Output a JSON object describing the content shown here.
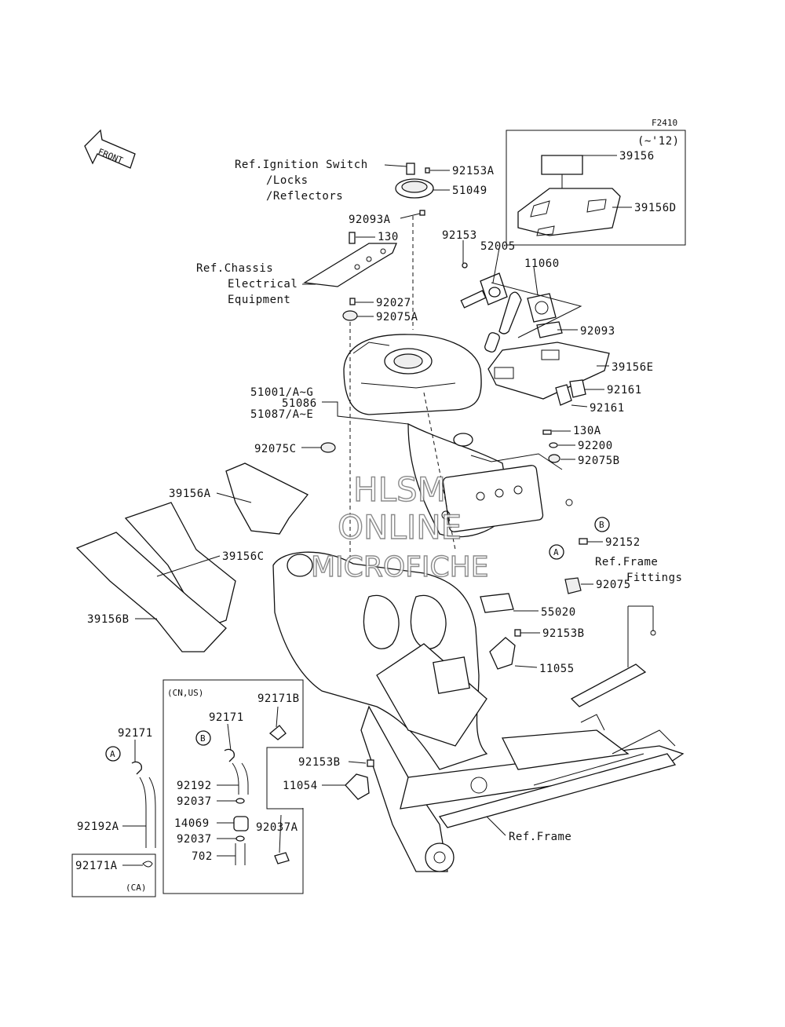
{
  "diagram_code": "F2410",
  "front_arrow": "FRONT",
  "year_note": "(~'12)",
  "region_note": "(CN,US)",
  "ca_note": "(CA)",
  "watermark": [
    "HLSM",
    "ONLINE",
    "MICROFICHE"
  ],
  "markers": [
    "A",
    "B"
  ],
  "labels": [
    "Ref.Ignition Switch",
    "/Locks",
    "/Reflectors",
    "92153A",
    "51049",
    "92093A",
    "130",
    "Ref.Chassis",
    "Electrical",
    "Equipment",
    "92027",
    "92075A",
    "92153",
    "52005",
    "11060",
    "39156",
    "39156D",
    "92093",
    "39156E",
    "92161",
    "92161",
    "51001/A~G",
    "51086",
    "51087/A~E",
    "92075C",
    "130A",
    "92200",
    "92075B",
    "39156A",
    "39156C",
    "39156B",
    "92152",
    "Ref.Frame",
    "Fittings",
    "92075",
    "55020",
    "92153B",
    "11055",
    "92171",
    "92171B",
    "92171",
    "92192",
    "92037",
    "14069",
    "92037",
    "702",
    "92037A",
    "92192A",
    "92171A",
    "92153B",
    "11054",
    "Ref.Frame"
  ]
}
